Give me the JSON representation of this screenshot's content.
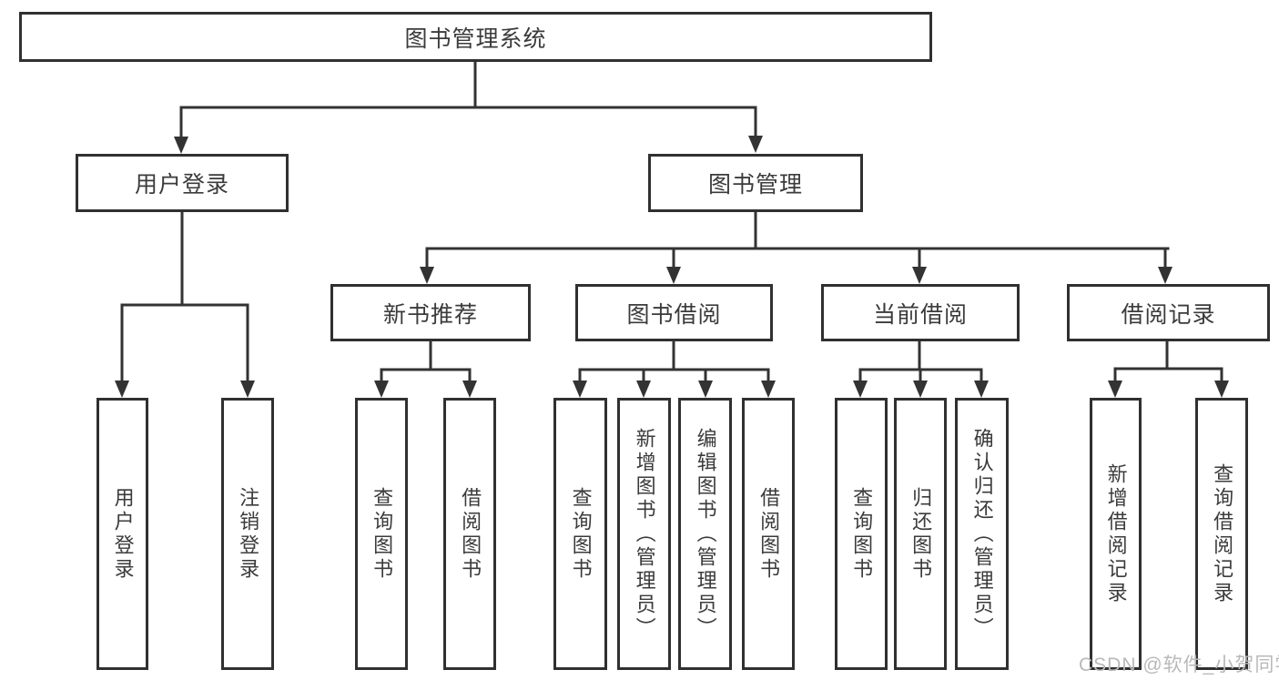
{
  "diagram": {
    "root": {
      "label": "图书管理系统"
    },
    "level2": {
      "user_login": {
        "label": "用户登录"
      },
      "book_management": {
        "label": "图书管理"
      }
    },
    "level3": {
      "new_book_recommend": {
        "label": "新书推荐"
      },
      "book_borrow": {
        "label": "图书借阅"
      },
      "current_borrow": {
        "label": "当前借阅"
      },
      "borrow_records": {
        "label": "借阅记录"
      }
    },
    "leaves": {
      "user_login": {
        "label": "用户登录"
      },
      "logout": {
        "label": "注销登录"
      },
      "nb_query_books": {
        "label": "查询图书"
      },
      "nb_borrow_books": {
        "label": "借阅图书"
      },
      "bb_query_books": {
        "label": "查询图书"
      },
      "bb_add_books": {
        "label": "新增图书（管理员）"
      },
      "bb_edit_books": {
        "label": "编辑图书（管理员）"
      },
      "bb_borrow_books": {
        "label": "借阅图书"
      },
      "cb_query_books": {
        "label": "查询图书"
      },
      "cb_return_books": {
        "label": "归还图书"
      },
      "cb_confirm_return": {
        "label": "确认归还（管理员）"
      },
      "rec_add_record": {
        "label": "新增借阅记录"
      },
      "rec_query_record": {
        "label": "查询借阅记录"
      }
    },
    "hierarchy": [
      {
        "parent": "图书管理系统",
        "children": [
          "用户登录",
          "图书管理"
        ]
      },
      {
        "parent": "用户登录",
        "children": [
          "用户登录",
          "注销登录"
        ]
      },
      {
        "parent": "图书管理",
        "children": [
          "新书推荐",
          "图书借阅",
          "当前借阅",
          "借阅记录"
        ]
      },
      {
        "parent": "新书推荐",
        "children": [
          "查询图书",
          "借阅图书"
        ]
      },
      {
        "parent": "图书借阅",
        "children": [
          "查询图书",
          "新增图书（管理员）",
          "编辑图书（管理员）",
          "借阅图书"
        ]
      },
      {
        "parent": "当前借阅",
        "children": [
          "查询图书",
          "归还图书",
          "确认归还（管理员）"
        ]
      },
      {
        "parent": "借阅记录",
        "children": [
          "新增借阅记录",
          "查询借阅记录"
        ]
      }
    ]
  },
  "watermark": {
    "text": "CSDN @软件_小贺同学"
  },
  "colors": {
    "line": "#333333",
    "box_border": "#303030",
    "text": "#3b3b3b",
    "watermark": "#b9b9b9",
    "background": "#ffffff"
  }
}
